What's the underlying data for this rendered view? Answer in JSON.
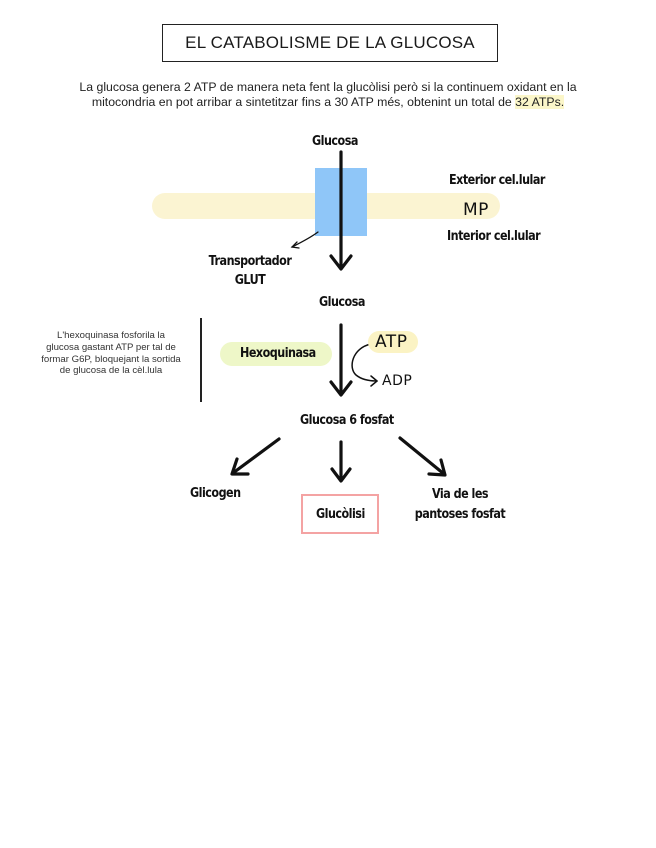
{
  "title": "EL CATABOLISME DE LA GLUCOSA",
  "intro": {
    "line1": "La glucosa genera 2 ATP de manera neta fent la glucòlisi però si la continuem oxidant en la",
    "line2_pre": "mitocondria en pot arribar a sintetitzar fins a 30 ATP més, obtenint un total de ",
    "line2_highlight": "32 ATPs."
  },
  "membrane": {
    "glucose_outside": "Glucosa",
    "exterior_label": "Exterior cel.lular",
    "mp_label": "MP",
    "interior_label": "Interior cel.lular",
    "transporter_line1": "Transportador",
    "transporter_line2": "GLUT"
  },
  "reaction": {
    "glucose_inside": "Glucosa",
    "enzyme": "Hexoquinasa",
    "atp": "ATP",
    "adp": "ADP",
    "product": "Glucosa 6 fosfat",
    "side_note": "L'hexoquinasa fosforila la glucosa gastant ATP per tal de formar G6P, bloquejant la sortida de glucosa de la cèl.lula"
  },
  "fates": {
    "left": "Glicogen",
    "middle": "Glucòlisi",
    "right_line1": "Via de les",
    "right_line2": "pantoses fosfat"
  },
  "colors": {
    "membrane_yellow": "#fbf4d2",
    "transporter_blue": "#8fc6f8",
    "enzyme_green": "#eef7c8",
    "atp_yellow": "#fbf3c4",
    "glucolisi_border": "#f4a3a3"
  }
}
